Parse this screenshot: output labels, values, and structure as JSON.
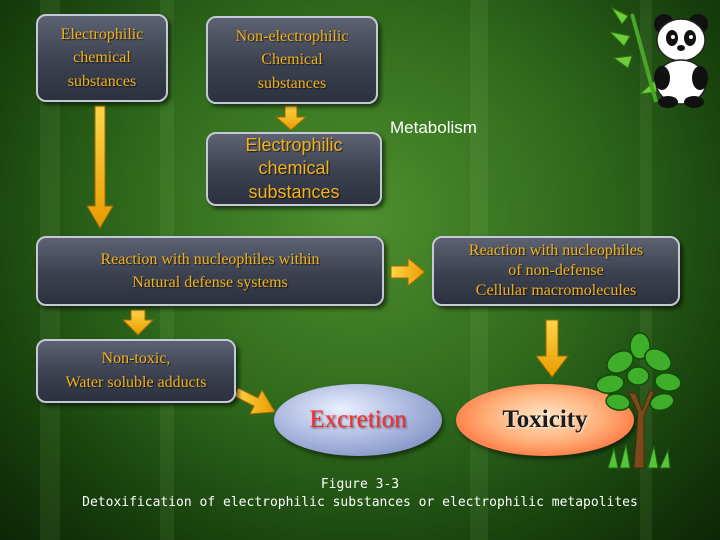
{
  "boxes": {
    "electrophilic_top": "Electrophilic\nchemical\nsubstances",
    "non_electrophilic": "Non-electrophilic\nChemical\nsubstances",
    "electrophilic_mid": "Electrophilic\nchemical\nsubstances",
    "metabolism": "Metabolism",
    "reaction_defense": "Reaction with nucleophiles within\nNatural defense systems",
    "reaction_non_defense": "Reaction with nucleophiles\nof non-defense\nCellular macromolecules",
    "non_toxic": "Non-toxic,\nWater soluble adducts",
    "excretion": "Excretion",
    "toxicity": "Toxicity"
  },
  "caption": {
    "line1": "Figure 3-3",
    "line2": "Detoxification of electrophilic substances or electrophilic metapolites"
  },
  "icons": {
    "panda": "panda-icon",
    "tree": "tree-icon"
  },
  "colors": {
    "label_orange": "#f2b21b",
    "arrow_orange": "#f5b800",
    "excretion_text": "#ff2b2b",
    "toxicity_text": "#1c1c1c"
  }
}
